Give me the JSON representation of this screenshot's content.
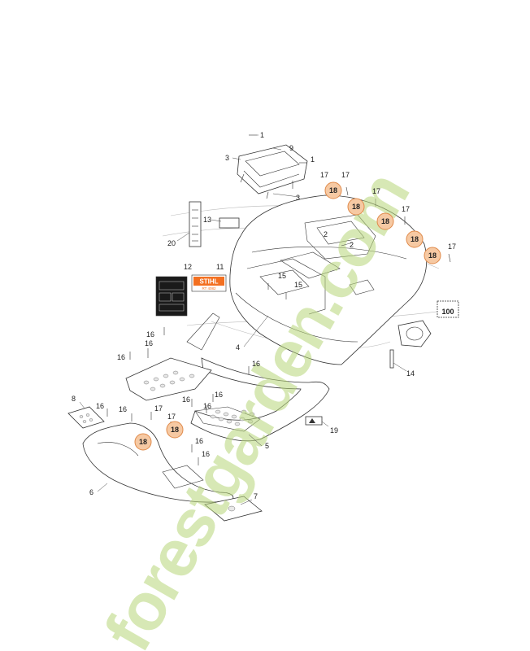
{
  "callouts": {
    "c1a": "1",
    "c1b": "1",
    "c3a": "3",
    "c3b": "3",
    "c9": "9",
    "c17a": "17",
    "c17b": "17",
    "c17c": "17",
    "c17d": "17",
    "c17e": "17",
    "c17f": "17",
    "c17g": "17",
    "c2a": "2",
    "c2b": "2",
    "c13": "13",
    "c20": "20",
    "c12": "12",
    "c11": "11",
    "c15a": "15",
    "c15b": "15",
    "c4": "4",
    "c14": "14",
    "c16a": "16",
    "c16b": "16",
    "c16c": "16",
    "c16d": "16",
    "c16e": "16",
    "c16f": "16",
    "c16g": "16",
    "c16h": "16",
    "c16i": "16",
    "c16j": "16",
    "c8": "8",
    "c5": "5",
    "c19": "19",
    "c6": "6",
    "c7": "7"
  },
  "highlighted_callouts": [
    "18",
    "18",
    "18",
    "18",
    "18",
    "18",
    "18"
  ],
  "ref_box": "100",
  "decal_brand": "STIHL",
  "decal_sub": "RT 4082",
  "watermark": "forestgarden.com",
  "colors": {
    "highlight_fill": "#f6c9a3",
    "highlight_stroke": "#e08a4a",
    "watermark_green": "#b8d77a",
    "watermark_orange": "#f3b07a",
    "watermark_grey": "#c9c2b4",
    "stihl_orange": "#f37021"
  }
}
